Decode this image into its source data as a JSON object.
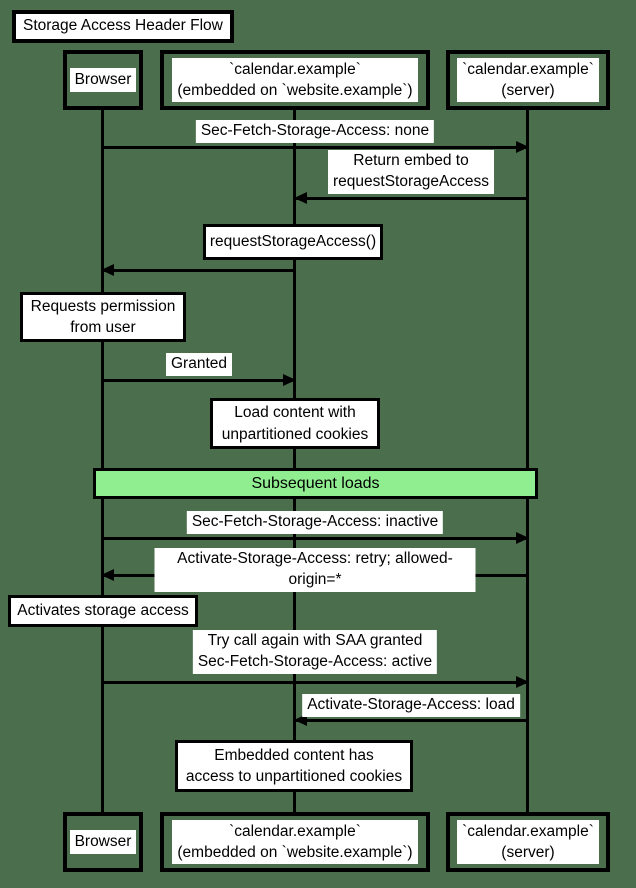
{
  "diagram": {
    "title": "Storage Access Header Flow"
  },
  "colors": {
    "background": "#4B6E4D",
    "band_fill": "#90EE90",
    "box_fill": "#FFFFFF",
    "line": "#000000",
    "text": "#000000"
  },
  "participants": {
    "browser": "Browser",
    "embedded": "`calendar.example`\n(embedded on `website.example`)",
    "server": "`calendar.example`\n(server)"
  },
  "messages": [
    {
      "label": "Sec-Fetch-Storage-Access: none",
      "from": "browser",
      "to": "server"
    },
    {
      "label": "Return embed to\nrequestStorageAccess",
      "from": "server",
      "to": "embedded"
    },
    {
      "label": "Granted",
      "from": "browser",
      "to": "embedded"
    },
    {
      "label": "Sec-Fetch-Storage-Access: inactive",
      "from": "browser",
      "to": "server"
    },
    {
      "label": "Activate-Storage-Access: retry; allowed-origin=*",
      "from": "server",
      "to": "browser"
    },
    {
      "label": "Try call again with SAA granted\nSec-Fetch-Storage-Access: active",
      "from": "browser",
      "to": "server"
    },
    {
      "label": "Activate-Storage-Access: load",
      "from": "server",
      "to": "embedded"
    }
  ],
  "notes": [
    {
      "label": "requestStorageAccess()",
      "over": "embedded"
    },
    {
      "label": "Requests permission\nfrom user",
      "over": "browser"
    },
    {
      "label": "Load content with\nunpartitioned cookies",
      "over": "embedded"
    },
    {
      "label": "Activates storage access",
      "over": "browser"
    },
    {
      "label": "Embedded content has\naccess to unpartitioned cookies",
      "over": "embedded"
    }
  ],
  "band": {
    "label": "Subsequent loads"
  },
  "arrows": [
    {
      "from": "browser",
      "to": "server",
      "dir": "right"
    },
    {
      "from": "server",
      "to": "embedded",
      "dir": "left"
    },
    {
      "from": "embedded",
      "to": "browser",
      "dir": "left"
    },
    {
      "from": "browser",
      "to": "embedded",
      "dir": "right"
    },
    {
      "from": "browser",
      "to": "server",
      "dir": "right"
    },
    {
      "from": "server",
      "to": "browser",
      "dir": "left"
    },
    {
      "from": "browser",
      "to": "server",
      "dir": "right"
    },
    {
      "from": "server",
      "to": "embedded",
      "dir": "left"
    }
  ]
}
